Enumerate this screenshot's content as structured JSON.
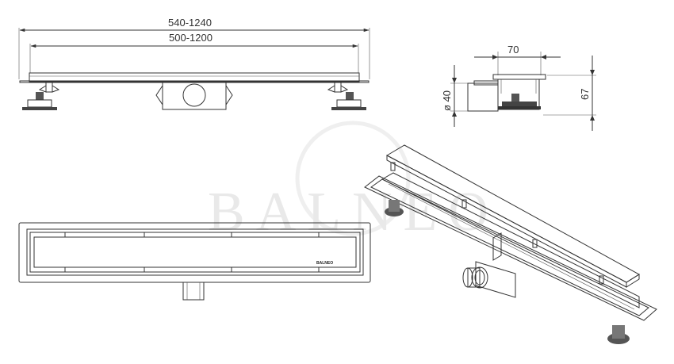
{
  "watermark": {
    "text": "BALNEO"
  },
  "front_view": {
    "dim_outer": "540-1240",
    "dim_inner": "500-1200"
  },
  "side_view": {
    "dim_width": "70",
    "dim_height": "67",
    "dim_diameter": "ø 40"
  },
  "top_view": {
    "brand": "BALNEO"
  },
  "colors": {
    "line": "#333333",
    "watermark": "#e9e9e9",
    "background": "#ffffff"
  }
}
